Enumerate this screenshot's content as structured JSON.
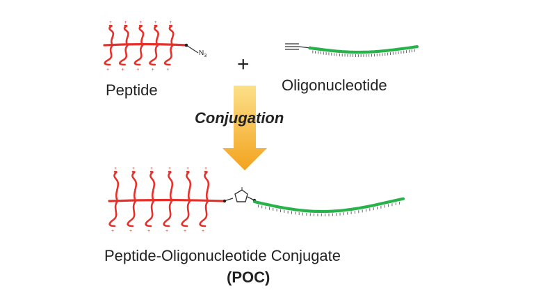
{
  "diagram": {
    "top_left_label": "Peptide",
    "top_right_label": "Oligonucleotide",
    "plus_sign": "+",
    "azide_label": "N3",
    "arrow_label": "Conjugation",
    "bottom_label": "Peptide-Oligonucleotide Conjugate",
    "bottom_abbreviation": "(POC)"
  },
  "colors": {
    "peptide": "#e8302a",
    "oligonucleotide": "#27b24a",
    "arrow_top": "#fde08a",
    "arrow_bottom": "#f2a31d",
    "linker": "#333333",
    "text": "#222222"
  },
  "icons": [
    "peptide-structure-icon",
    "azide-group-icon",
    "alkyne-group-icon",
    "oligonucleotide-strand-icon",
    "down-arrow-icon",
    "triazole-linker-icon"
  ]
}
